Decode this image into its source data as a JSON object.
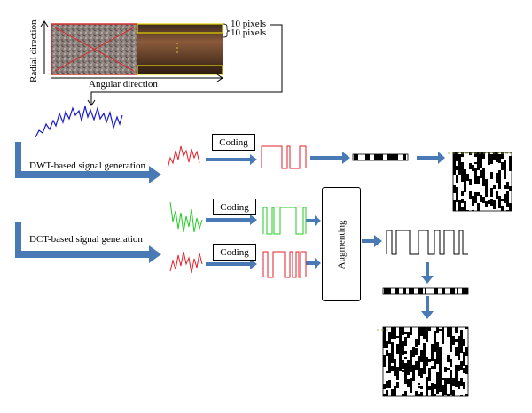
{
  "labels": {
    "radial": "Radial direction",
    "angular": "Angular direction",
    "px_top": "10 pixels",
    "px_bottom": "10 pixels",
    "dwt": "DWT-based signal generation",
    "dct": "DCT-based signal generation",
    "coding1": "Coding",
    "coding2": "Coding",
    "coding3": "Coding",
    "augmenting": "Augmenting"
  },
  "colors": {
    "blue_signal": "#1a1acc",
    "red_signal": "#e0202a",
    "green_signal": "#22cc22",
    "arrow": "#4a7ab6",
    "black": "#000000"
  },
  "icons": {
    "iris_image": "iris-image-icon",
    "barcode": "barcode-icon",
    "code_matrix": "code-matrix-icon"
  }
}
